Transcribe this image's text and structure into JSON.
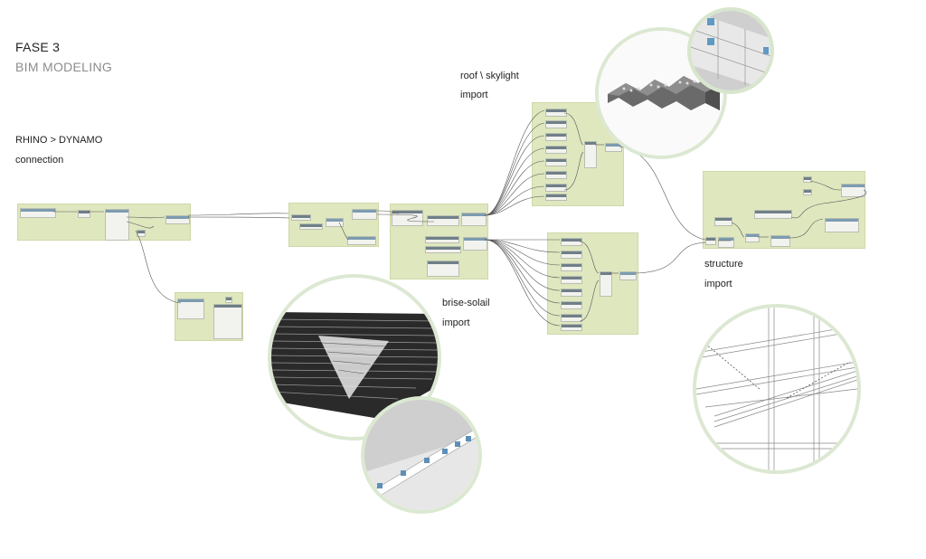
{
  "header": {
    "title": "FASE 3",
    "subtitle": "BIM MODELING"
  },
  "labels": {
    "rhino_1": "RHINO > DYNAMO",
    "rhino_2": "connection",
    "roof_1": "roof  \\ skylight",
    "roof_2": "import",
    "brise_1": "brise-solail",
    "brise_2": "import",
    "structure_1": "structure",
    "structure_2": "import"
  },
  "colors": {
    "group_fill": "#dfe7bf",
    "bubble_border": "#dce8d2",
    "node_header": "#6f7f88"
  }
}
